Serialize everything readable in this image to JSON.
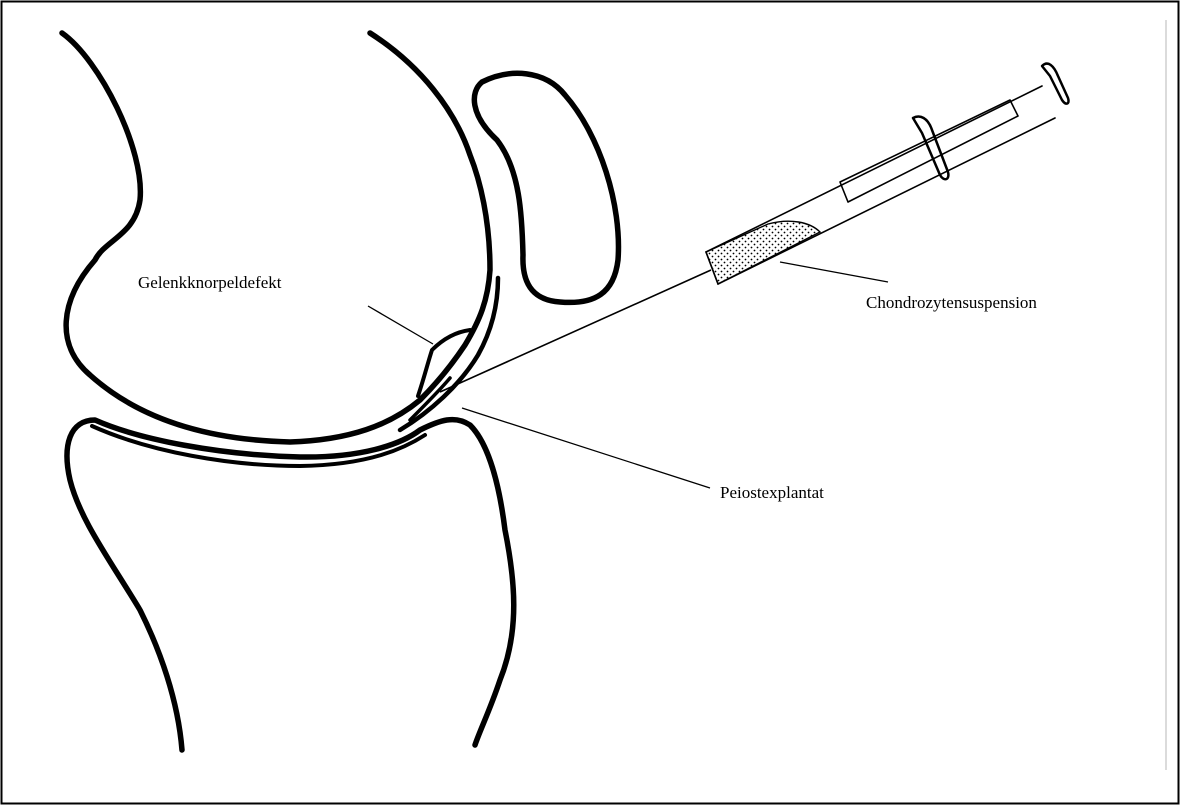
{
  "diagram": {
    "labels": {
      "cartilage_defect": "Gelenkknorpeldefekt",
      "chondrocyte_suspension": "Chondrozytensuspension",
      "periosteal_graft": "Peiostexplantat"
    },
    "colors": {
      "line": "#000000",
      "background": "#ffffff",
      "frame": "#000000",
      "right_edge": "#cfcfcf"
    }
  }
}
